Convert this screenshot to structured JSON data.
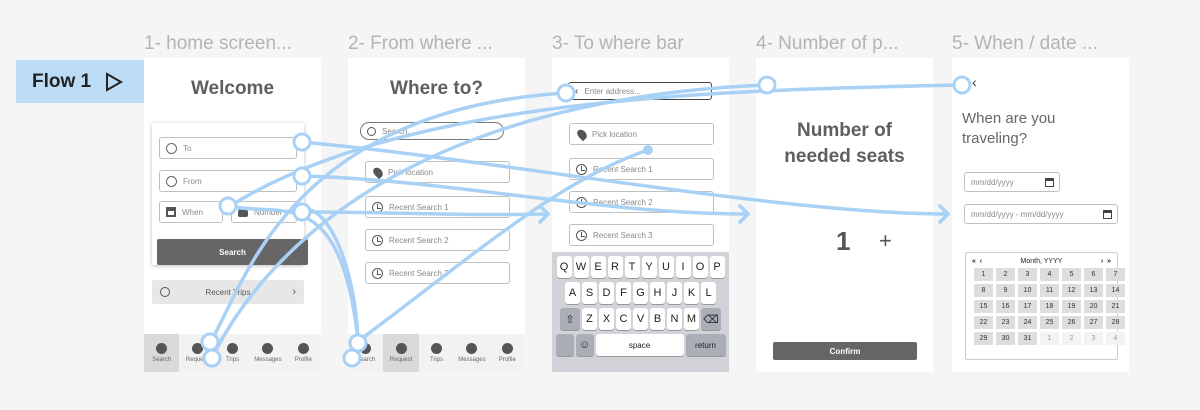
{
  "flow": {
    "label": "Flow 1"
  },
  "frames": [
    {
      "title": "1- home screen..."
    },
    {
      "title": "2- From where ..."
    },
    {
      "title": "3- To where bar"
    },
    {
      "title": "4- Number of p..."
    },
    {
      "title": "5- When / date ..."
    }
  ],
  "home": {
    "heading": "Welcome",
    "to_placeholder": "To",
    "from_placeholder": "From",
    "when_placeholder": "When",
    "number_placeholder": "Number",
    "search_button": "Search",
    "recent_trips": "Recent Trips",
    "nav": [
      "Search",
      "Request",
      "Trips",
      "Messages",
      "Profile"
    ]
  },
  "from": {
    "heading": "Where to?",
    "search_placeholder": "Search...",
    "pick_location": "Pick location",
    "recent": [
      "Recent Search 1",
      "Recent Search 2",
      "Recent Search 3"
    ],
    "nav": [
      "Search",
      "Request",
      "Trips",
      "Messages",
      "Profile"
    ]
  },
  "to": {
    "address_placeholder": "Enter address...",
    "pick_location": "Pick location",
    "recent": [
      "Recent Search 1",
      "Recent Search 2",
      "Recent Search 3"
    ],
    "keyboard": {
      "row1": [
        "Q",
        "W",
        "E",
        "R",
        "T",
        "Y",
        "U",
        "I",
        "O",
        "P"
      ],
      "row2": [
        "A",
        "S",
        "D",
        "F",
        "G",
        "H",
        "J",
        "K",
        "L"
      ],
      "row3": [
        "Z",
        "X",
        "C",
        "V",
        "B",
        "N",
        "M"
      ],
      "space": "space",
      "return": "return"
    }
  },
  "seats": {
    "heading_line1": "Number of",
    "heading_line2": "needed seats",
    "count": "1",
    "plus": "+",
    "confirm": "Confirm"
  },
  "when": {
    "question_line1": "When are you",
    "question_line2": "traveling?",
    "date_single": "mm/dd/yyyy",
    "date_range": "mm/dd/yyyy - mm/dd/yyyy",
    "calendar_header": "Month, YYYY",
    "days": [
      "1",
      "2",
      "3",
      "4",
      "5",
      "6",
      "7",
      "8",
      "9",
      "10",
      "11",
      "12",
      "13",
      "14",
      "15",
      "16",
      "17",
      "18",
      "19",
      "20",
      "21",
      "22",
      "23",
      "24",
      "25",
      "26",
      "27",
      "28",
      "29",
      "30",
      "31",
      "1",
      "2",
      "3",
      "4"
    ]
  },
  "colors": {
    "flow_tag": "#bcdcf5",
    "connector": "#a9d1f5",
    "button": "#666666"
  }
}
